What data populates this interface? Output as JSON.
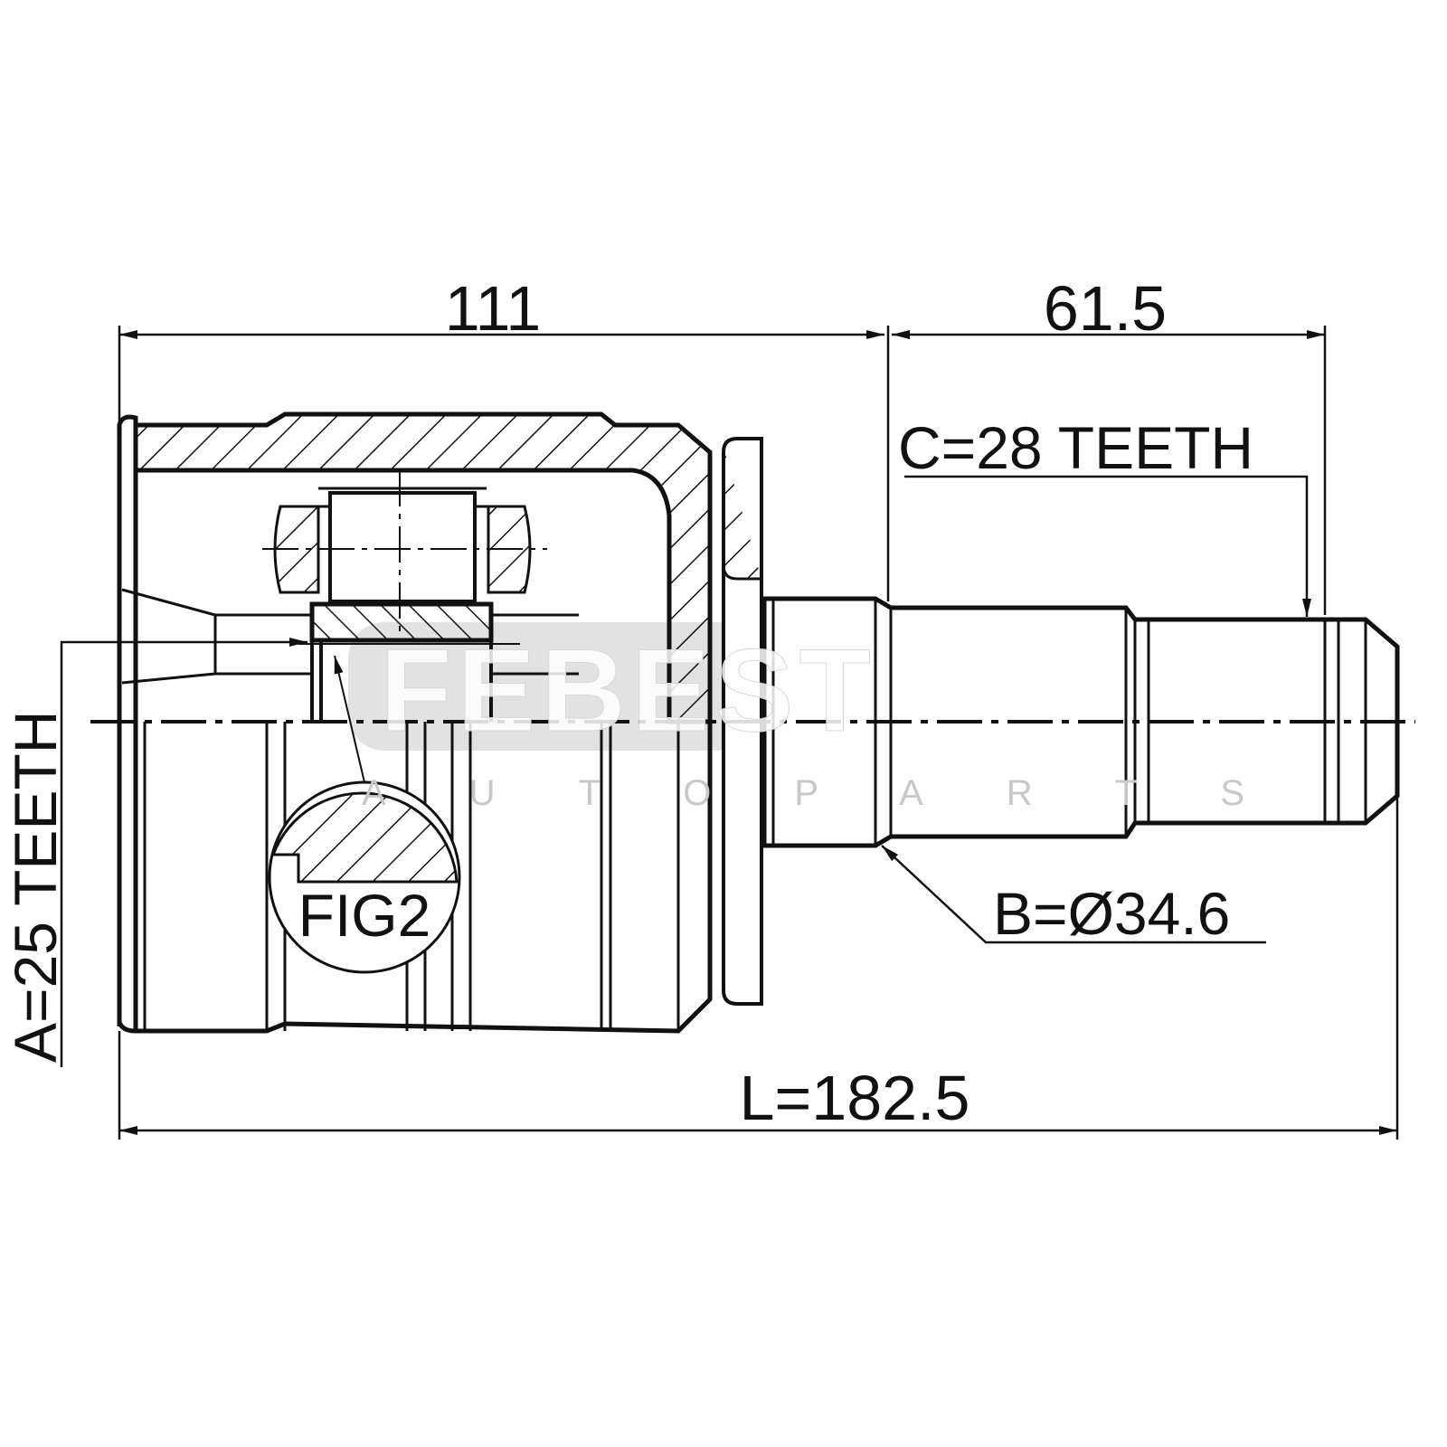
{
  "dimensions": {
    "housing_length": "111",
    "shaft_length": "61.5",
    "overall_length": "L=182.5"
  },
  "labels": {
    "outer_spline": "C=28 TEETH",
    "seal_diameter": "B=Ø34.6",
    "inner_spline": "A=25 TEETH",
    "detail": "FIG2"
  },
  "watermark": {
    "brand": "FEBEST",
    "tagline": "AUTOPARTS"
  }
}
